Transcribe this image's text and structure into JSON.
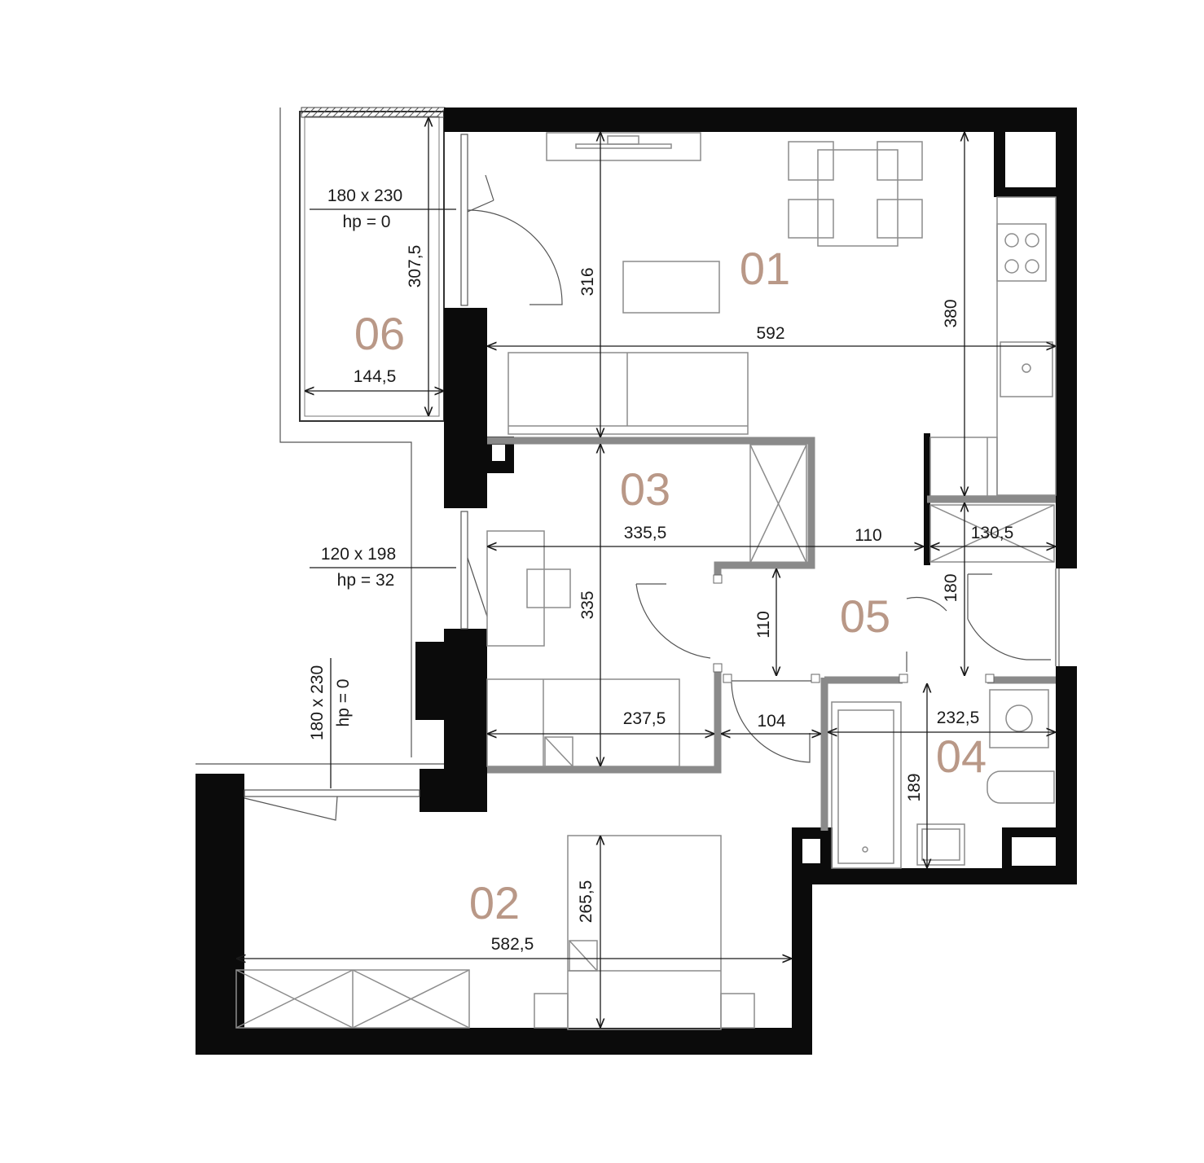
{
  "colors": {
    "room_label": "#b99887",
    "wall": "#0b0b0b",
    "partition": "#8a8a8a",
    "furniture": "#8c8c8c"
  },
  "rooms": {
    "r01": "01",
    "r02": "02",
    "r03": "03",
    "r04": "04",
    "r05": "05",
    "r06": "06"
  },
  "dimensions": {
    "d592": "592",
    "d380": "380",
    "d316": "316",
    "d307": "307,5",
    "d144": "144,5",
    "d335h": "335,5",
    "d110h": "110",
    "d130": "130,5",
    "d335v": "335",
    "d110v": "110",
    "d180": "180",
    "d237": "237,5",
    "d104": "104",
    "d232": "232,5",
    "d189": "189",
    "d265": "265,5",
    "d582": "582,5"
  },
  "windows": {
    "w1_size": "180 x 230",
    "w1_hp": "hp = 0",
    "w2_size": "120 x 198",
    "w2_hp": "hp = 32",
    "w3_size": "180 x 230",
    "w3_hp": "hp = 0"
  }
}
